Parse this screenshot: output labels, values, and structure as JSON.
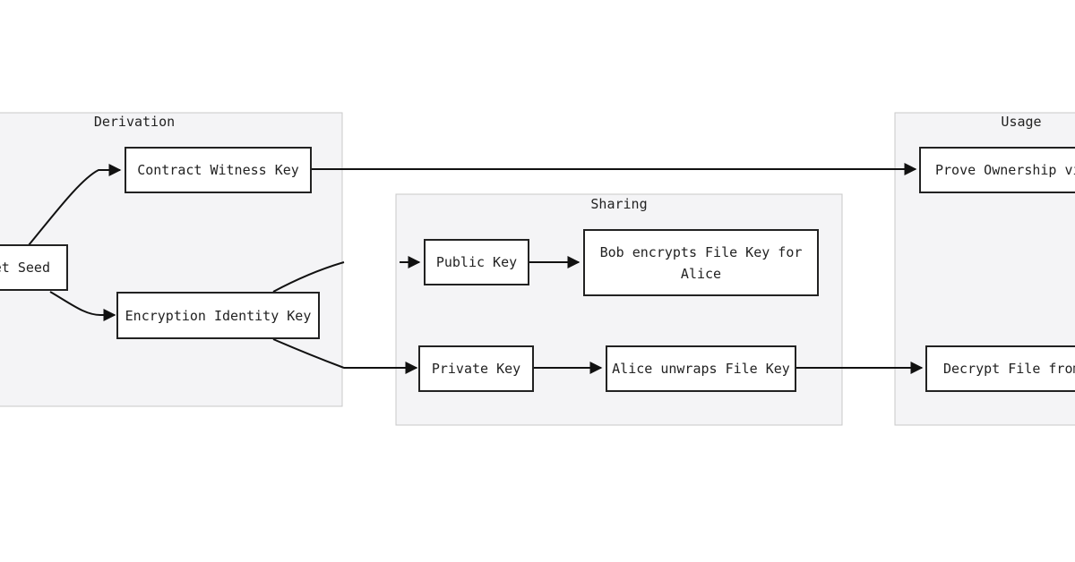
{
  "clusters": {
    "derivation": "Derivation",
    "sharing": "Sharing",
    "usage": "Usage"
  },
  "nodes": {
    "seed": "et Seed",
    "contract_witness_key": "Contract Witness Key",
    "encryption_identity_key": "Encryption Identity Key",
    "public_key": "Public Key",
    "bob_encrypts": "Bob encrypts File Key for Alice",
    "private_key": "Private Key",
    "alice_unwraps": "Alice unwraps File Key",
    "prove_ownership": "Prove Ownership via",
    "decrypt_file": "Decrypt File from I"
  },
  "colors": {
    "cluster_fill": "#f4f4f6",
    "cluster_border": "#c8c8c8",
    "node_border": "#222222",
    "edge": "#111111"
  }
}
